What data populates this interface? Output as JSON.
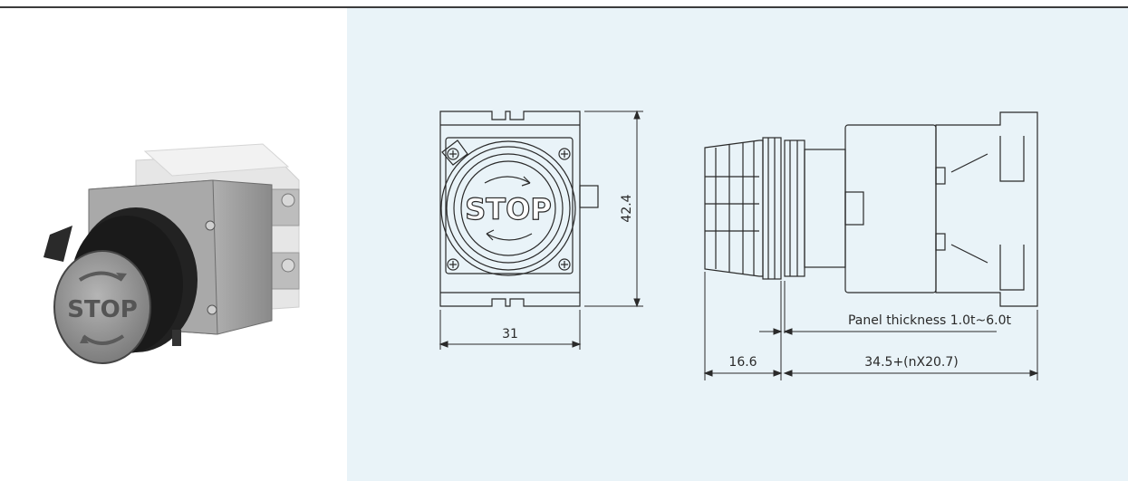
{
  "photo": {
    "cap_label": "STOP"
  },
  "front_view": {
    "cap_label": "STOP",
    "width_label": "31",
    "height_label": "42.4"
  },
  "side_view": {
    "panel_label": "Panel thickness 1.0t~6.0t",
    "front_depth_label": "16.6",
    "rear_depth_label": "34.5+(nX20.7)"
  },
  "colors": {
    "drawing_background": "#e9f3f8",
    "line": "#2a2a2a"
  }
}
